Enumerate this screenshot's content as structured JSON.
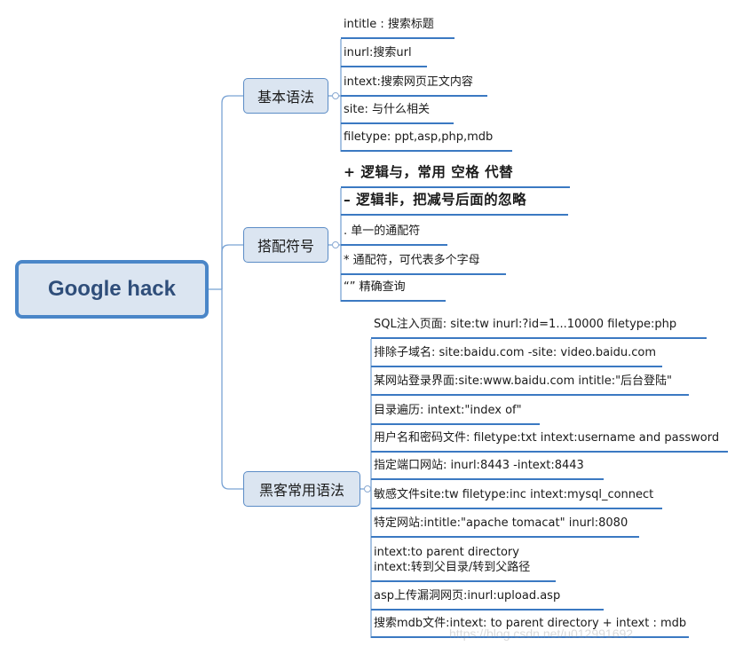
{
  "root": {
    "label": "Google hack"
  },
  "categories": [
    {
      "label": "基本语法",
      "items": [
        "intitle : 搜索标题",
        "inurl:搜索url",
        "intext:搜索网页正文内容",
        "site: 与什么相关",
        "filetype: ppt,asp,php,mdb"
      ]
    },
    {
      "label": "搭配符号",
      "items": [
        "+   逻辑与，常用 空格 代替",
        "–   逻辑非，把减号后面的忽略",
        ". 单一的通配符",
        "* 通配符，可代表多个字母",
        "“”   精确查询"
      ]
    },
    {
      "label": "黑客常用语法",
      "items": [
        "SQL注入页面: site:tw inurl:?id=1...10000 filetype:php",
        "排除子域名: site:baidu.com -site: video.baidu.com",
        "某网站登录界面:site:www.baidu.com intitle:\"后台登陆\"",
        "目录遍历: intext:\"index of\"",
        "用户名和密码文件: filetype:txt intext:username and password",
        "指定端口网站: inurl:8443 -intext:8443",
        "敏感文件site:tw filetype:inc intext:mysql_connect",
        "特定网站:intitle:\"apache tomacat\" inurl:8080",
        "intext:to parent directory\nintext:转到父目录/转到父路径",
        "asp上传漏洞网页:inurl:upload.asp",
        "搜索mdb文件:intext: to parent directory + intext : mdb"
      ]
    }
  ],
  "watermark": "https://blog.csdn.net/u012991692"
}
